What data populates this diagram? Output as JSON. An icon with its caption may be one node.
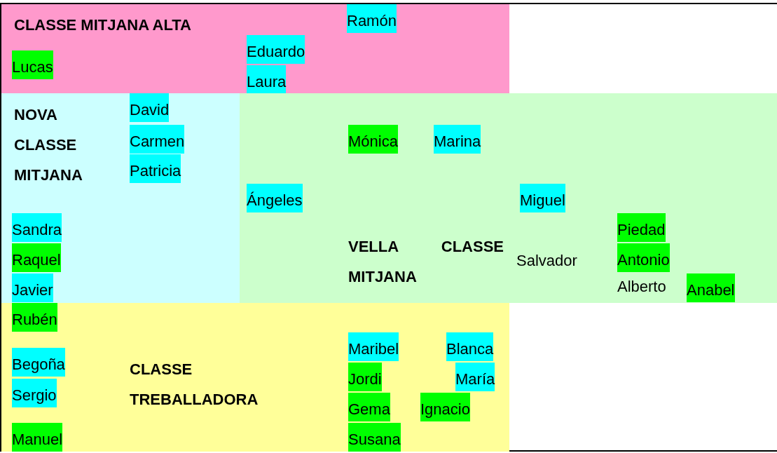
{
  "diagram": {
    "nodes": [
      {
        "text": [
          "CLASSE MITJANA ALTA"
        ]
      },
      {
        "text": [
          "Ramón"
        ],
        "in": 0
      },
      {
        "text": [
          "Eduardo"
        ],
        "in": 0
      },
      {
        "text": [
          "Lucas"
        ],
        "in": 0
      },
      {
        "text": [
          "Laura"
        ],
        "in": 0
      },
      {
        "text": [
          "NOVA CLASSE MITJANA"
        ]
      },
      {
        "text": [
          "David"
        ],
        "in": 5
      },
      {
        "text": [
          "Carmen"
        ],
        "in": 5
      },
      {
        "text": [
          "Patricia"
        ],
        "in": 5
      },
      {
        "text": [
          "Sandra"
        ],
        "in": 5
      },
      {
        "text": [
          "Raquel"
        ],
        "in": 5
      },
      {
        "text": [
          "Javier"
        ],
        "in": 5
      },
      {
        "text": [
          "VELLA CLASSE MITJANA"
        ]
      },
      {
        "text": [
          "Mónica"
        ],
        "in": 12
      },
      {
        "text": [
          "Marina"
        ],
        "in": 12
      },
      {
        "text": [
          "Ángeles"
        ],
        "in": 12
      },
      {
        "text": [
          "Miguel"
        ],
        "in": 12
      },
      {
        "text": [
          "Piedad"
        ],
        "in": 12
      },
      {
        "text": [
          "Antonio"
        ],
        "in": 12
      },
      {
        "text": [
          "Anabel"
        ],
        "in": 12
      },
      {
        "text": [
          "CLASSE TREBALLADORA"
        ]
      },
      {
        "text": [
          "Rubén"
        ],
        "in": 20
      },
      {
        "text": [
          "Maribel"
        ],
        "in": 20
      },
      {
        "text": [
          "Blanca"
        ],
        "in": 20
      },
      {
        "text": [
          "Begoña"
        ],
        "in": 20
      },
      {
        "text": [
          "Jordi"
        ],
        "in": 20
      },
      {
        "text": [
          "María"
        ],
        "in": 20
      },
      {
        "text": [
          "Sergio"
        ],
        "in": 20
      },
      {
        "text": [
          "Gema"
        ],
        "in": 20
      },
      {
        "text": [
          "Ignacio"
        ],
        "in": 20
      },
      {
        "text": [
          "Manuel"
        ],
        "in": 20
      },
      {
        "text": [
          "Susana"
        ],
        "in": 20
      }
    ],
    "edges": [],
    "labels": [
      "Salvador",
      "Alberto"
    ]
  }
}
